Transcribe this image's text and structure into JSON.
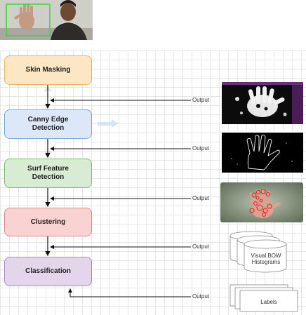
{
  "steps": [
    {
      "label": "Skin Masking"
    },
    {
      "label": "Canny Edge Detection"
    },
    {
      "label": "Surf Feature Detection"
    },
    {
      "label": "Clustering"
    },
    {
      "label": "Classification"
    }
  ],
  "output_label": "Output",
  "outputs": {
    "histograms_label": "Visual BOW Histograms",
    "labels_label": "Labels"
  },
  "colors": {
    "skin": "#fde6c4",
    "canny": "#dce8f8",
    "surf": "#d7ecd3",
    "clustering": "#f8d3d2",
    "classification": "#e3d6ea"
  }
}
